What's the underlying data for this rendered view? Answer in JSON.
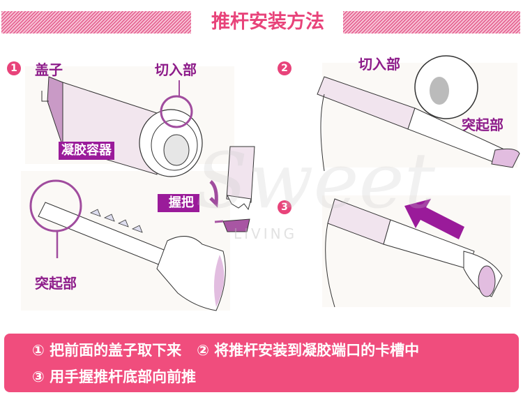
{
  "header": {
    "title": "推杆安装方法",
    "stripe_color": "#e45a8c",
    "title_color": "#e8437a"
  },
  "steps": [
    {
      "number": "1",
      "labels": {
        "cap": "盖子",
        "notch": "切入部",
        "gel_container": "凝胶容器",
        "grip": "握把",
        "protrusion": "突起部"
      }
    },
    {
      "number": "2",
      "labels": {
        "notch": "切入部",
        "protrusion": "突起部"
      }
    },
    {
      "number": "3",
      "labels": {}
    }
  ],
  "watermark": {
    "script": "Sweet",
    "sub": "LIVING"
  },
  "instructions": {
    "step1": "① 把前面的盖子取下来",
    "step2": "② 将推杆安装到凝胶端口的卡槽中",
    "step3": "③ 用手握推杆底部向前推"
  },
  "colors": {
    "accent_pink": "#f04d7d",
    "label_purple": "#8d1c8a",
    "tag_purple": "#9a1b9a",
    "badge_pink": "#e8437a"
  }
}
